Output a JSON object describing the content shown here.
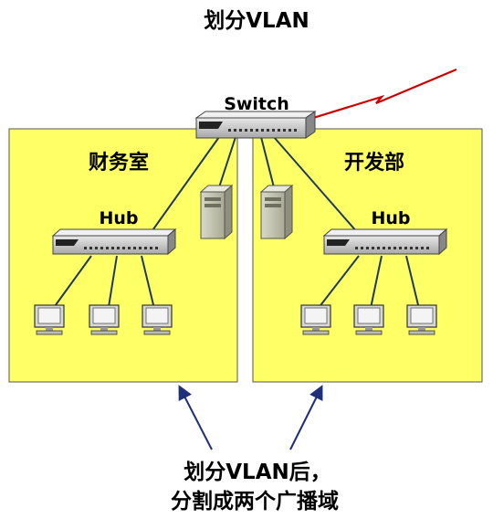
{
  "title": "划分VLAN",
  "switch": {
    "label": "Switch"
  },
  "left_room": {
    "label": "财务室",
    "hub_label": "Hub"
  },
  "right_room": {
    "label": "开发部",
    "hub_label": "Hub"
  },
  "caption": {
    "line1": "划分VLAN后，",
    "line2": "分割成两个广播域"
  },
  "colors": {
    "room_fill": "#ffff66",
    "wan_link": "#cc0000",
    "lines": "#1f3a5a",
    "arrows": "#1f2f7a"
  }
}
